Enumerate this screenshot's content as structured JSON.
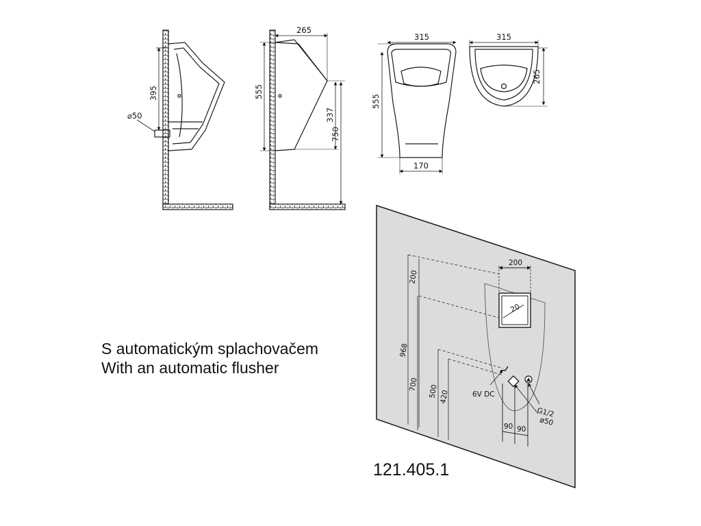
{
  "side_view_section": {
    "height_label": "395",
    "pipe_label": "⌀50"
  },
  "side_view_outline": {
    "depth_label": "265",
    "height_label": "555",
    "lower_label": "337",
    "floor_label": "750"
  },
  "front_view": {
    "width_label": "315",
    "height_label": "555",
    "base_label": "170"
  },
  "top_view": {
    "width_label": "315",
    "depth_label": "265"
  },
  "installation_panel": {
    "box_width_label": "200",
    "box_inner_label": "20",
    "top_offset_label": "200",
    "total_height_label": "968",
    "sensor_height_label": "700",
    "drain_height_label": "500",
    "supply_height_label": "420",
    "power_label": "6V DC",
    "supply_label": "G1/2",
    "drain_label": "ø50",
    "left_spacing_label": "90",
    "right_spacing_label": "90"
  },
  "caption": {
    "line_cz": "S automatickým splachovačem",
    "line_en": "With an automatic flusher"
  },
  "product_code": "121.405.1",
  "colors": {
    "panel_fill": "#dcdcdc",
    "line": "#1a1a1a",
    "background": "#ffffff"
  }
}
